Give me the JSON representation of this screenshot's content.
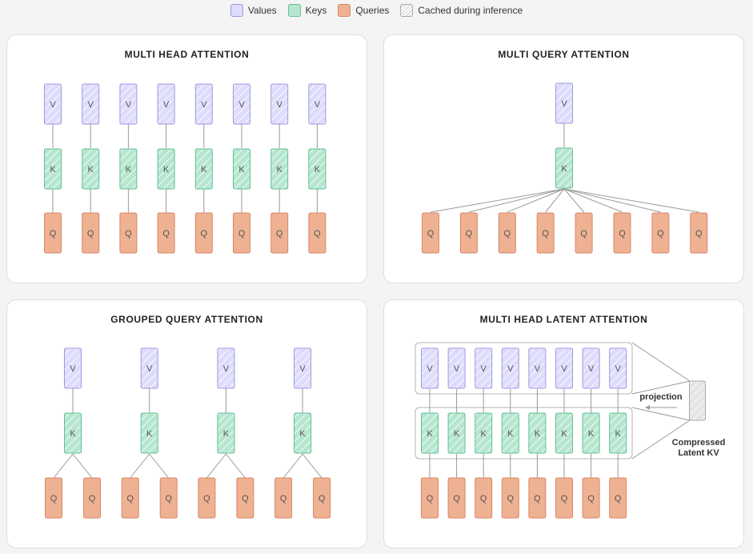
{
  "legend": [
    {
      "label": "Values",
      "kind": "values"
    },
    {
      "label": "Keys",
      "kind": "keys"
    },
    {
      "label": "Queries",
      "kind": "queries"
    },
    {
      "label": "Cached during inference",
      "kind": "cached"
    }
  ],
  "colors": {
    "values_fill": "#dedcfb",
    "values_stroke": "#9d98e0",
    "keys_fill": "#b6e6cf",
    "keys_stroke": "#5fbf93",
    "queries_fill": "#eeb293",
    "queries_stroke": "#d98664",
    "hatch_line": "#ffffff",
    "text": "#555555",
    "connector": "#999999"
  },
  "glyphs": {
    "value": "V",
    "key": "K",
    "query": "Q"
  },
  "panels": {
    "mha": {
      "title": "MULTI HEAD ATTENTION",
      "heads": 8
    },
    "mqa": {
      "title": "MULTI QUERY ATTENTION",
      "queries": 8
    },
    "gqa": {
      "title": "GROUPED QUERY ATTENTION",
      "groups": 4,
      "queries_per_group": 2
    },
    "mla": {
      "title": "MULTI HEAD LATENT ATTENTION",
      "heads": 8,
      "projection_label": "projection",
      "latent_label_line1": "Compressed",
      "latent_label_line2": "Latent KV"
    }
  }
}
